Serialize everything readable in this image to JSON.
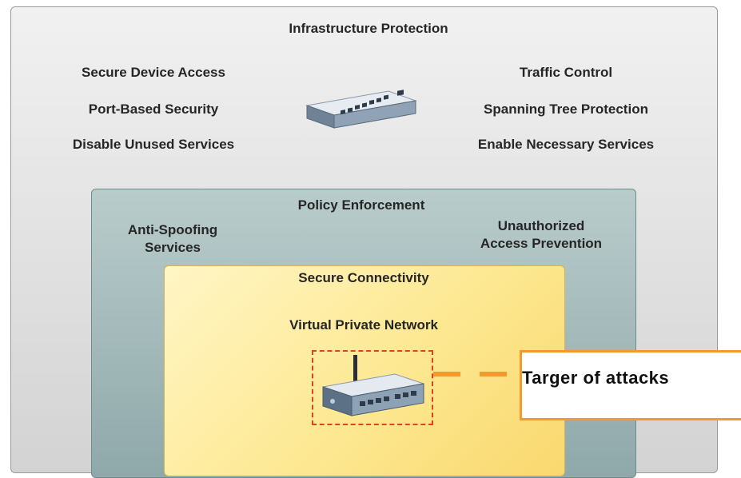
{
  "infrastructure": {
    "title": "Infrastructure Protection",
    "left": [
      "Secure Device Access",
      "Port-Based Security",
      "Disable Unused Services"
    ],
    "right": [
      "Traffic Control",
      "Spanning Tree Protection",
      "Enable Necessary Services"
    ]
  },
  "policy": {
    "title": "Policy Enforcement",
    "left_line1": "Anti-Spoofing",
    "left_line2": "Services",
    "right_line1": "Unauthorized",
    "right_line2": "Access Prevention"
  },
  "connectivity": {
    "title": "Secure Connectivity",
    "subtitle": "Virtual Private Network"
  },
  "callout": {
    "text": "Targer of attacks"
  },
  "icons": {
    "switch": "network-switch-icon",
    "router": "wireless-router-icon"
  },
  "colors": {
    "outer_bg": "#d3d3d3",
    "middle_bg": "#8fa8a9",
    "inner_bg": "#fde892",
    "target_outline": "#e0421e",
    "callout_accent": "#f39a2e"
  }
}
